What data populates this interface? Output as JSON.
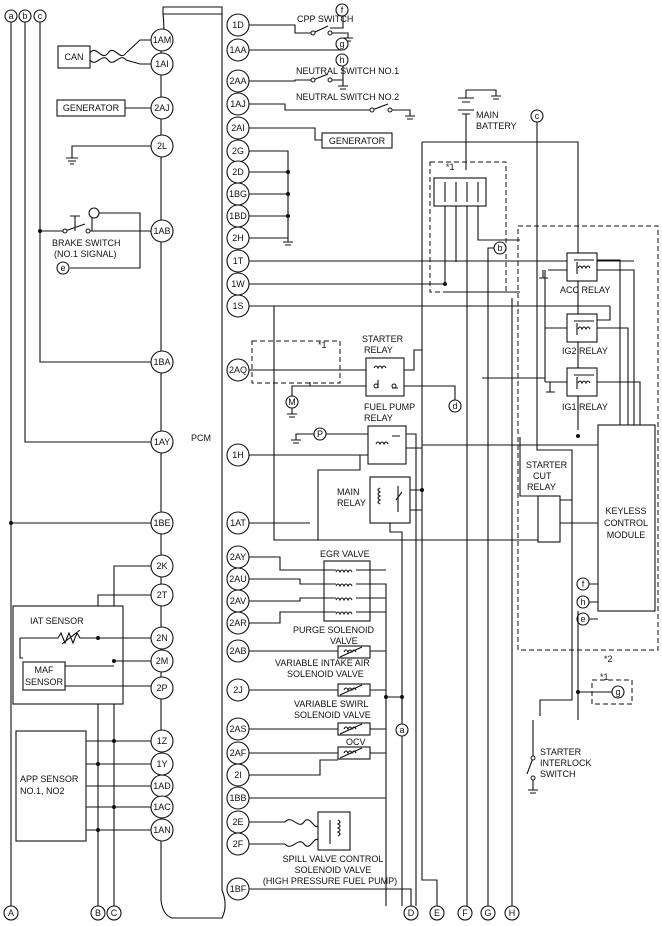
{
  "pcm_label": "PCM",
  "pins_left": [
    {
      "id": "1AM",
      "label": "1AM"
    },
    {
      "id": "1AI",
      "label": "1AI"
    },
    {
      "id": "2AJ",
      "label": "2AJ"
    },
    {
      "id": "2L",
      "label": "2L"
    },
    {
      "id": "1AB",
      "label": "1AB"
    },
    {
      "id": "1BA",
      "label": "1BA"
    },
    {
      "id": "1AY",
      "label": "1AY"
    },
    {
      "id": "1BE",
      "label": "1BE"
    },
    {
      "id": "2K",
      "label": "2K"
    },
    {
      "id": "2T",
      "label": "2T"
    },
    {
      "id": "2N",
      "label": "2N"
    },
    {
      "id": "2M",
      "label": "2M"
    },
    {
      "id": "2P",
      "label": "2P"
    },
    {
      "id": "1Z",
      "label": "1Z"
    },
    {
      "id": "1Y",
      "label": "1Y"
    },
    {
      "id": "1AD",
      "label": "1AD"
    },
    {
      "id": "1AC",
      "label": "1AC"
    },
    {
      "id": "1AN",
      "label": "1AN"
    }
  ],
  "pins_right": [
    {
      "id": "1D",
      "label": "1D"
    },
    {
      "id": "1AA",
      "label": "1AA"
    },
    {
      "id": "2AA",
      "label": "2AA"
    },
    {
      "id": "1AJ",
      "label": "1AJ"
    },
    {
      "id": "2AI",
      "label": "2AI"
    },
    {
      "id": "2G",
      "label": "2G"
    },
    {
      "id": "2D",
      "label": "2D"
    },
    {
      "id": "1BG",
      "label": "1BG"
    },
    {
      "id": "1BD",
      "label": "1BD"
    },
    {
      "id": "2H",
      "label": "2H"
    },
    {
      "id": "1T",
      "label": "1T"
    },
    {
      "id": "1W",
      "label": "1W"
    },
    {
      "id": "1S",
      "label": "1S"
    },
    {
      "id": "2AQ",
      "label": "2AQ"
    },
    {
      "id": "1H",
      "label": "1H"
    },
    {
      "id": "1AT",
      "label": "1AT"
    },
    {
      "id": "2AY",
      "label": "2AY"
    },
    {
      "id": "2AU",
      "label": "2AU"
    },
    {
      "id": "2AV",
      "label": "2AV"
    },
    {
      "id": "2AR",
      "label": "2AR"
    },
    {
      "id": "2AB",
      "label": "2AB"
    },
    {
      "id": "2J",
      "label": "2J"
    },
    {
      "id": "2AS",
      "label": "2AS"
    },
    {
      "id": "2AF",
      "label": "2AF"
    },
    {
      "id": "2I",
      "label": "2I"
    },
    {
      "id": "1BB",
      "label": "1BB"
    },
    {
      "id": "2E",
      "label": "2E"
    },
    {
      "id": "2F",
      "label": "2F"
    },
    {
      "id": "1BF",
      "label": "1BF"
    }
  ],
  "top_refs": [
    {
      "label": "a"
    },
    {
      "label": "b"
    },
    {
      "label": "c"
    }
  ],
  "bottom_refs": [
    {
      "label": "A"
    },
    {
      "label": "B"
    },
    {
      "label": "C"
    },
    {
      "label": "D"
    },
    {
      "label": "E"
    },
    {
      "label": "F"
    },
    {
      "label": "G"
    },
    {
      "label": "H"
    }
  ],
  "inline_refs": {
    "f_top": "f",
    "g_top": "g",
    "h_top": "h",
    "e_brake": "e",
    "b_right": "b",
    "c_right": "c",
    "d_ref": "d",
    "a_ref": "a",
    "f_kcm": "f",
    "h_kcm": "h",
    "e_kcm": "e",
    "g_bottom": "g"
  },
  "components": {
    "can": "CAN",
    "generator_left": "GENERATOR",
    "generator_right": "GENERATOR",
    "cpp_switch": "CPP SWITCH",
    "neutral_switch_1": "NEUTRAL SWITCH NO.1",
    "neutral_switch_2": "NEUTRAL SWITCH NO.2",
    "main_battery": [
      "MAIN",
      "BATTERY"
    ],
    "brake_switch": [
      "BRAKE SWITCH",
      "(NO.1 SIGNAL)"
    ],
    "starter_relay": [
      "STARTER",
      "RELAY"
    ],
    "fuel_pump_relay": [
      "FUEL PUMP",
      "RELAY"
    ],
    "main_relay": [
      "MAIN",
      "RELAY"
    ],
    "acc_relay": "ACC RELAY",
    "ig2_relay": "IG2 RELAY",
    "ig1_relay": "IG1 RELAY",
    "starter_cut_relay": [
      "STARTER",
      "CUT",
      "RELAY"
    ],
    "keyless_module": [
      "KEYLESS",
      "CONTROL",
      "MODULE"
    ],
    "iat_sensor": "IAT SENSOR",
    "maf_sensor": [
      "MAF",
      "SENSOR"
    ],
    "app_sensor": [
      "APP SENSOR",
      "NO.1, NO2"
    ],
    "egr_valve": "EGR VALVE",
    "purge_solenoid": [
      "PURGE SOLENOID",
      "VALVE"
    ],
    "variable_intake": [
      "VARIABLE INTAKE AIR",
      "SOLENOID VALVE"
    ],
    "variable_swirl": [
      "VARIABLE SWIRL",
      "SOLENOID VALVE"
    ],
    "ocv": "OCV",
    "spill_valve": [
      "SPILL VALVE CONTROL",
      "SOLENOID VALVE",
      "(HIGH PRESSURE FUEL PUMP)"
    ],
    "starter_interlock": [
      "STARTER",
      "INTERLOCK",
      "SWITCH"
    ],
    "motor_m": "M",
    "pump_p": "P",
    "note_1a": "*1",
    "note_1b": "*1",
    "note_1c": "*1",
    "note_2": "*2"
  }
}
